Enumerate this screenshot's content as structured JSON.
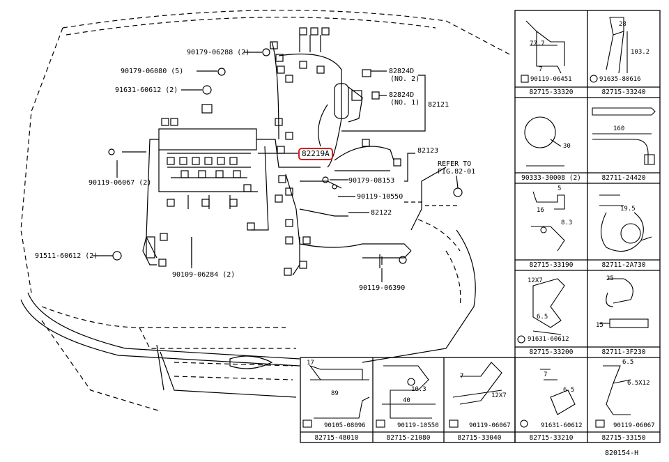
{
  "diagram_code": "820154-H",
  "main_labels": {
    "l1": "90179-06288 (2)",
    "l2": "90179-06080 (5)",
    "l3": "91631-60612 (2)",
    "l4": "90119-06067 (2)",
    "l5": "91511-60612 (2)",
    "l6": "90109-06284 (2)",
    "l7": "82824D",
    "l7b": "(NO. 2)",
    "l8": "82824D",
    "l8b": "(NO. 1)",
    "l9": "82121",
    "l10": "82219A",
    "l11": "82123",
    "l12": "REFER TO",
    "l12b": "FIG.82-01",
    "l13": "90179-08153",
    "l14": "90119-10550",
    "l15": "82122",
    "l16": "90119-06390"
  },
  "panels": {
    "p1": {
      "part": "82715-33320",
      "bolt": "90119-06451",
      "d1": "77.7",
      "d2": "7"
    },
    "p2": {
      "part": "82715-33240",
      "bolt": "91635-80616",
      "d1": "28",
      "d2": "103.2"
    },
    "p3": {
      "part": "90333-30008 (2)",
      "d1": "30"
    },
    "p4": {
      "part": "82711-24420",
      "d1": "160"
    },
    "p5": {
      "part": "82715-33190",
      "d1": "5",
      "d2": "16",
      "d3": "8.3"
    },
    "p6": {
      "part": "82711-2A730",
      "d1": "19.5"
    },
    "p7": {
      "part": "82715-33200",
      "bolt": "91631-60612",
      "d1": "12X7",
      "d2": "6.5"
    },
    "p8": {
      "part": "82711-3F230",
      "d1": "25",
      "d2": "15"
    },
    "b1": {
      "part": "82715-48010",
      "bolt": "90105-08096",
      "d1": "17",
      "d2": "89"
    },
    "b2": {
      "part": "82715-21080",
      "bolt": "90119-10550",
      "d1": "10.3",
      "d2": "40"
    },
    "b3": {
      "part": "82715-33040",
      "bolt": "90119-06067",
      "d1": "7",
      "d2": "12X7"
    },
    "b4": {
      "part": "82715-33210",
      "bolt": "91631-60612",
      "d1": "7",
      "d2": "6.5"
    },
    "b5": {
      "part": "82715-33150",
      "bolt": "90119-06067",
      "d1": "6.5",
      "d2": "6.5X12"
    }
  }
}
